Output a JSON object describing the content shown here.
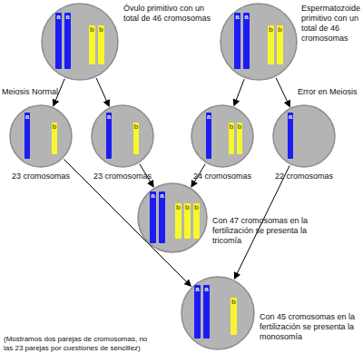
{
  "diagram": {
    "nodes": [
      {
        "text": [
          "Óvulo primitivo con un total de 46 cromosomas",
          "a",
          "a",
          "b",
          "b"
        ]
      },
      {
        "text": [
          "Espermatozoide primitivo con un total de 46 cromosomas",
          "a",
          "a",
          "b",
          "b"
        ]
      },
      {
        "text": [
          "23 cromosomas",
          "a",
          "b"
        ]
      },
      {
        "text": [
          "23 cromosomas",
          "a",
          "b"
        ]
      },
      {
        "text": [
          "24 cromosomas",
          "a",
          "b",
          "b"
        ]
      },
      {
        "text": [
          "22 cromosomas",
          "a"
        ]
      },
      {
        "text": [
          "Con 47 cromosomas en la fertilización se presenta la tricomía",
          "a",
          "a",
          "b",
          "b",
          "b"
        ]
      },
      {
        "text": [
          "Con 45 cromosomas en la fertilización se presenta la monosomía",
          "a",
          "a",
          "b"
        ]
      }
    ],
    "edges": [
      {
        "from": 0,
        "to": 2,
        "arrow": "to"
      },
      {
        "from": 0,
        "to": 3,
        "arrow": "to"
      },
      {
        "from": 1,
        "to": 4,
        "arrow": "to"
      },
      {
        "from": 1,
        "to": 5,
        "arrow": "to"
      },
      {
        "from": 3,
        "to": 6,
        "arrow": "to"
      },
      {
        "from": 4,
        "to": 6,
        "arrow": "to"
      },
      {
        "from": 2,
        "to": 7,
        "arrow": "to"
      },
      {
        "from": 5,
        "to": 7,
        "arrow": "to"
      }
    ],
    "labels": [
      "Meiosis Normal",
      "Error en Meiosis",
      "(Mostramos dos parejas de cromosomas, no las 23 parejas por cuestiones de sencillez)"
    ]
  }
}
